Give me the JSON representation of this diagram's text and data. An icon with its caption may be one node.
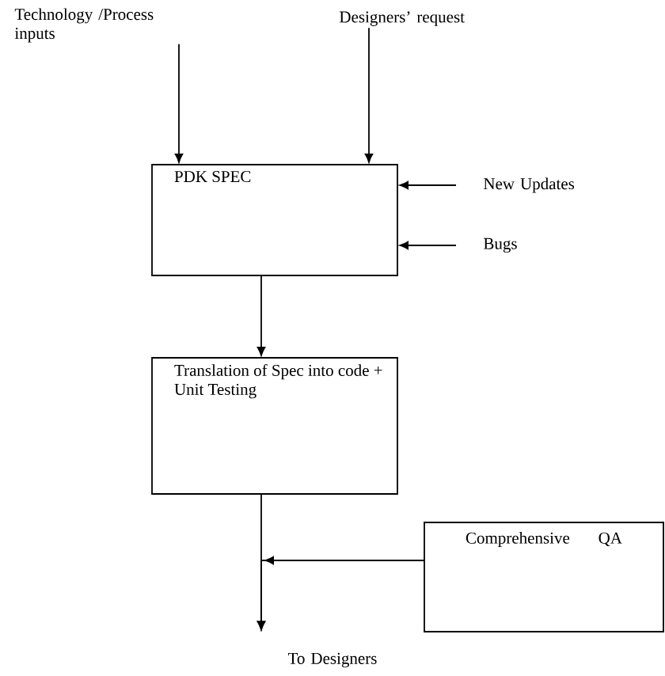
{
  "diagram": {
    "nodes": [
      {
        "text": [
          "Technology /Process inputs"
        ]
      },
      {
        "text": [
          "Designers’ request"
        ]
      },
      {
        "text": [
          "PDK SPEC"
        ]
      },
      {
        "text": [
          "New Updates"
        ]
      },
      {
        "text": [
          "Bugs"
        ]
      },
      {
        "text": [
          "Translation of Spec into code + Unit Testing"
        ]
      },
      {
        "text": [
          "Comprehensive QA"
        ]
      },
      {
        "text": [
          "To Designers"
        ]
      }
    ],
    "edges": [
      {
        "from": 0,
        "to": 2,
        "arrow": "to"
      },
      {
        "from": 1,
        "to": 2,
        "arrow": "to"
      },
      {
        "from": 3,
        "to": 2,
        "arrow": "to"
      },
      {
        "from": 4,
        "to": 2,
        "arrow": "to"
      },
      {
        "from": 2,
        "to": 5,
        "arrow": "to"
      },
      {
        "from": 5,
        "to": 7,
        "arrow": "to"
      },
      {
        "from": 6,
        "to": 7,
        "arrow": "to"
      }
    ]
  }
}
